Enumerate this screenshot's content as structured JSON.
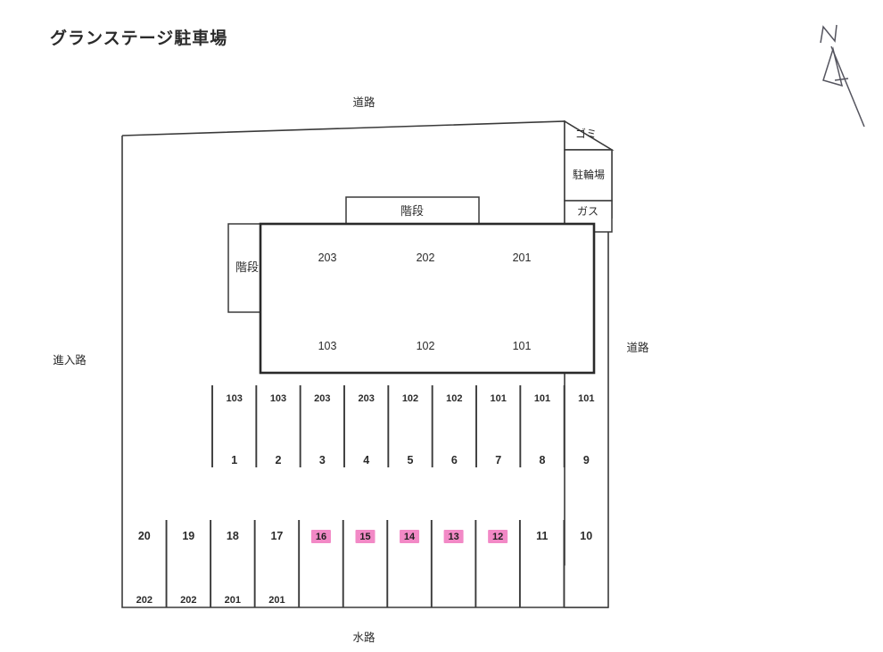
{
  "document": {
    "title": "グランステージ駐車場",
    "type": "parking-lot-site-plan"
  },
  "edge_labels": {
    "top": "道路",
    "right": "道路",
    "left": "進入路",
    "bottom": "水路"
  },
  "compass": {
    "label": "N"
  },
  "facility_boxes": [
    {
      "label": "ゴミ",
      "name": "trash-area"
    },
    {
      "label": "駐輪場",
      "name": "bicycle-parking-area"
    },
    {
      "label": "ガス",
      "name": "gas-meter-area"
    }
  ],
  "stairs": [
    {
      "label": "階段",
      "name": "stairs-top"
    },
    {
      "label": "階段",
      "name": "stairs-left"
    }
  ],
  "building": {
    "upper_floor_units": [
      "203",
      "202",
      "201"
    ],
    "lower_floor_units": [
      "103",
      "102",
      "101"
    ]
  },
  "parking": {
    "upper_row": {
      "stalls": [
        {
          "number": "1",
          "unit": "103",
          "highlighted": false
        },
        {
          "number": "2",
          "unit": "103",
          "highlighted": false
        },
        {
          "number": "3",
          "unit": "203",
          "highlighted": false
        },
        {
          "number": "4",
          "unit": "203",
          "highlighted": false
        },
        {
          "number": "5",
          "unit": "102",
          "highlighted": false
        },
        {
          "number": "6",
          "unit": "102",
          "highlighted": false
        },
        {
          "number": "7",
          "unit": "101",
          "highlighted": false
        },
        {
          "number": "8",
          "unit": "101",
          "highlighted": false
        },
        {
          "number": "9",
          "unit": "101",
          "highlighted": false
        }
      ]
    },
    "lower_row": {
      "stalls": [
        {
          "number": "20",
          "unit": "202",
          "highlighted": false
        },
        {
          "number": "19",
          "unit": "202",
          "highlighted": false
        },
        {
          "number": "18",
          "unit": "201",
          "highlighted": false
        },
        {
          "number": "17",
          "unit": "201",
          "highlighted": false
        },
        {
          "number": "16",
          "unit": "",
          "highlighted": true
        },
        {
          "number": "15",
          "unit": "",
          "highlighted": true
        },
        {
          "number": "14",
          "unit": "",
          "highlighted": true
        },
        {
          "number": "13",
          "unit": "",
          "highlighted": true
        },
        {
          "number": "12",
          "unit": "",
          "highlighted": true
        },
        {
          "number": "11",
          "unit": "",
          "highlighted": false
        },
        {
          "number": "10",
          "unit": "",
          "highlighted": false
        }
      ]
    }
  },
  "colors": {
    "highlight": "#f289c6",
    "line": "#3a3a3a",
    "building_line": "#2a2a2a",
    "text": "#2b2b2b",
    "compass": "#55555f",
    "background": "#ffffff"
  }
}
